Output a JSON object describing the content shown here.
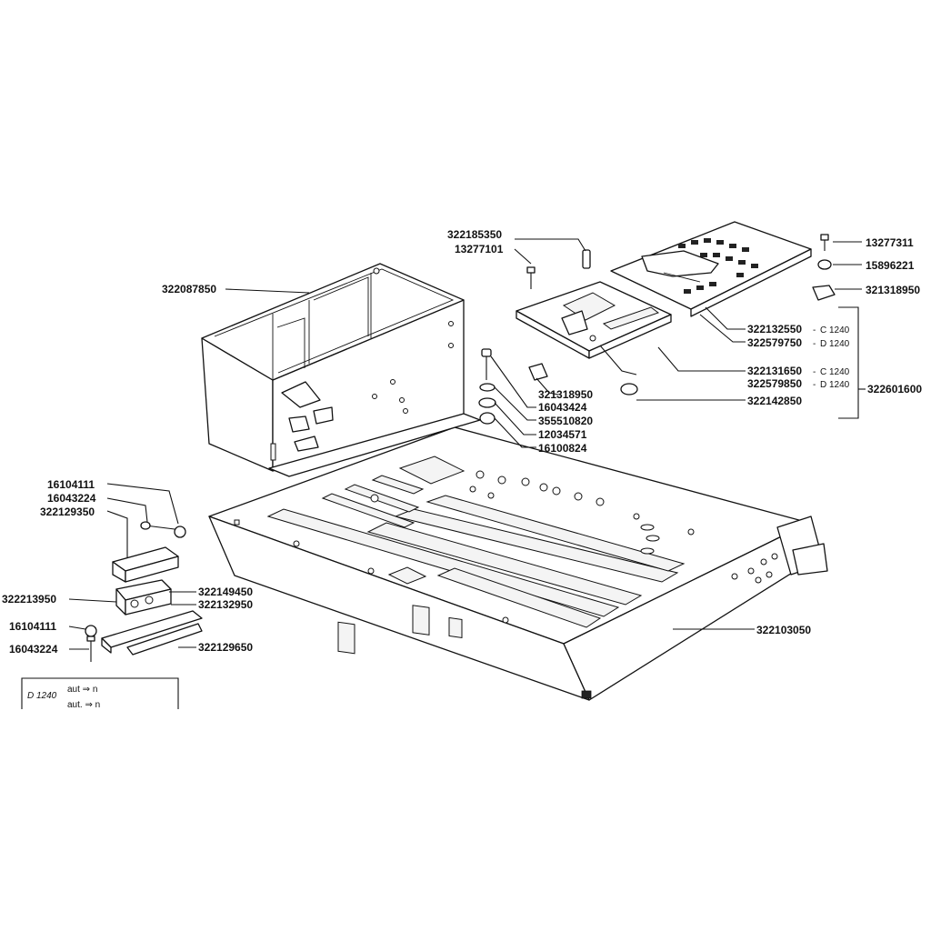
{
  "labels": {
    "frame_box": "322087850",
    "spacer_top": "322185350",
    "screw_top": "13277101",
    "screw_right": "13277311",
    "cap_right": "15896221",
    "clip_right": "321318950",
    "board_c": "322132550",
    "board_d": "322579750",
    "plate_c": "322131650",
    "plate_d": "322579850",
    "group_ref": "322601600",
    "round_part": "322142850",
    "clip_mid": "321318950",
    "bolt": "16043424",
    "washer": "355510820",
    "lock_washer": "12034571",
    "nut": "16100824",
    "left_nut_1": "16104111",
    "left_bolt_1": "16043224",
    "left_bracket": "322129350",
    "left_block": "322213950",
    "left_part_a": "322149450",
    "left_part_b": "322132950",
    "left_nut_2": "16104111",
    "left_bolt_2": "16043224",
    "left_rail": "322129650",
    "chassis": "322103050"
  },
  "suffixes": {
    "c1240": "C 1240",
    "d1240": "D 1240",
    "dash": "-"
  },
  "legend": {
    "model": "D 1240",
    "line1": "aut ⇒ n",
    "line2": "aut. ⇒ n"
  }
}
